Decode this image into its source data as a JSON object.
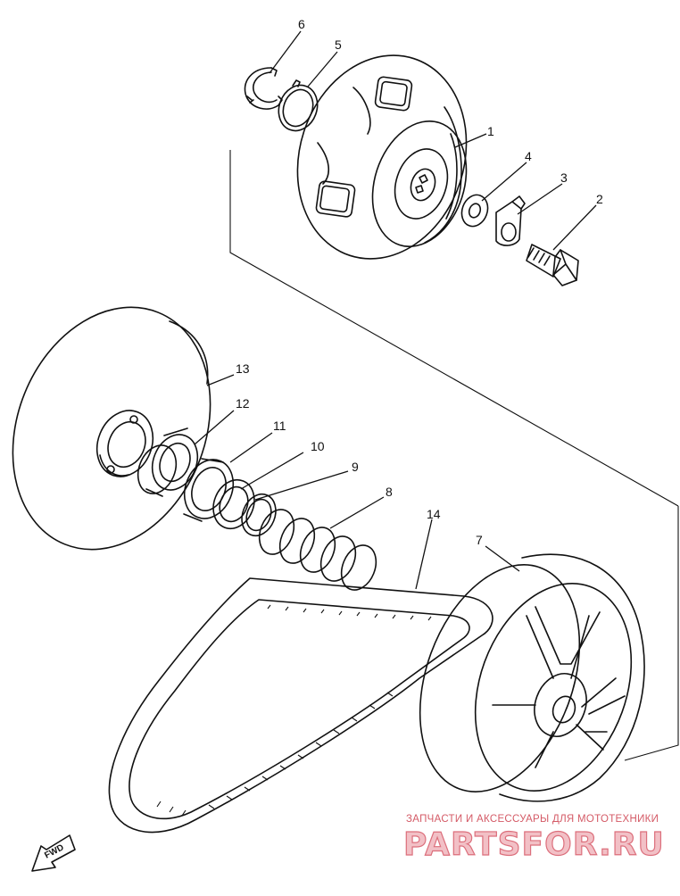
{
  "diagram": {
    "callouts": [
      {
        "id": "1",
        "label": "1"
      },
      {
        "id": "2",
        "label": "2"
      },
      {
        "id": "3",
        "label": "3"
      },
      {
        "id": "4",
        "label": "4"
      },
      {
        "id": "5",
        "label": "5"
      },
      {
        "id": "6",
        "label": "6"
      },
      {
        "id": "7",
        "label": "7"
      },
      {
        "id": "8",
        "label": "8"
      },
      {
        "id": "9",
        "label": "9"
      },
      {
        "id": "10",
        "label": "10"
      },
      {
        "id": "11",
        "label": "11"
      },
      {
        "id": "12",
        "label": "12"
      },
      {
        "id": "13",
        "label": "13"
      },
      {
        "id": "14",
        "label": "14"
      }
    ],
    "direction_label": "FWD"
  },
  "watermark": {
    "tagline": "ЗАПЧАСТИ И АКСЕССУАРЫ ДЛЯ МОТОТЕХНИКИ",
    "brand": "PARTSFOR.RU",
    "color": "#d45a66"
  }
}
